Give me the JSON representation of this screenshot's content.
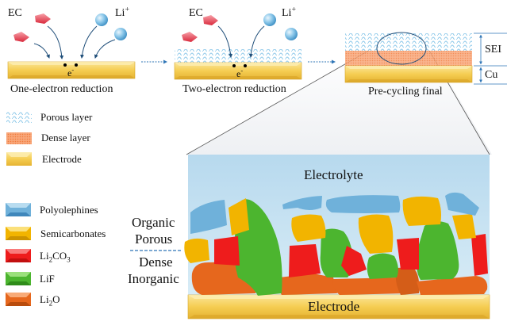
{
  "stages": [
    {
      "id": "one",
      "caption": "One-electron reduction",
      "ec_label": "EC",
      "li_label": "Li",
      "li_charge": "+",
      "electron_label": "e",
      "electron_charge": "-"
    },
    {
      "id": "two",
      "caption": "Two-electron reduction",
      "ec_label": "EC",
      "li_label": "Li",
      "li_charge": "+",
      "electron_label": "e",
      "electron_charge": "-"
    },
    {
      "id": "final",
      "caption": "Pre-cycling  final",
      "sei_label": "SEI",
      "cu_label": "Cu"
    }
  ],
  "legend_layers": [
    {
      "label": "Porous layer",
      "color": "#bfe3f5"
    },
    {
      "label": "Dense layer",
      "color": "#f58a4e"
    },
    {
      "label": "Electrode",
      "color": "#f5cd52"
    }
  ],
  "legend_species": [
    {
      "label": "Polyolephines",
      "color": "#6fb1da"
    },
    {
      "label": "Semicarbonates",
      "color": "#f2b400"
    },
    {
      "label_main": "Li",
      "label_sub1": "2",
      "label_mid": "CO",
      "label_sub2": "3",
      "color": "#ee1c1c"
    },
    {
      "label_main": "LiF",
      "color": "#4cb52f"
    },
    {
      "label_main": "Li",
      "label_sub1": "2",
      "label_mid": "O",
      "color": "#e6671d"
    }
  ],
  "side_labels": {
    "top_line1": "Organic",
    "top_line2": "Porous",
    "bottom_line1": "Dense",
    "bottom_line2": "Inorganic"
  },
  "detail": {
    "electrolyte_label": "Electrolyte",
    "electrode_label": "Electrode"
  },
  "colors": {
    "electrode": "#f5cd52",
    "electrolyte": "#c3e0f0",
    "arrow": "#1f4e79",
    "porous": "#9fd1ee",
    "dense": "#f79a66",
    "polyolephines": "#6fb1da",
    "semicarbonates": "#f2b400",
    "li2co3": "#ee1c1c",
    "lif": "#4cb52f",
    "li2o": "#e6671d"
  }
}
